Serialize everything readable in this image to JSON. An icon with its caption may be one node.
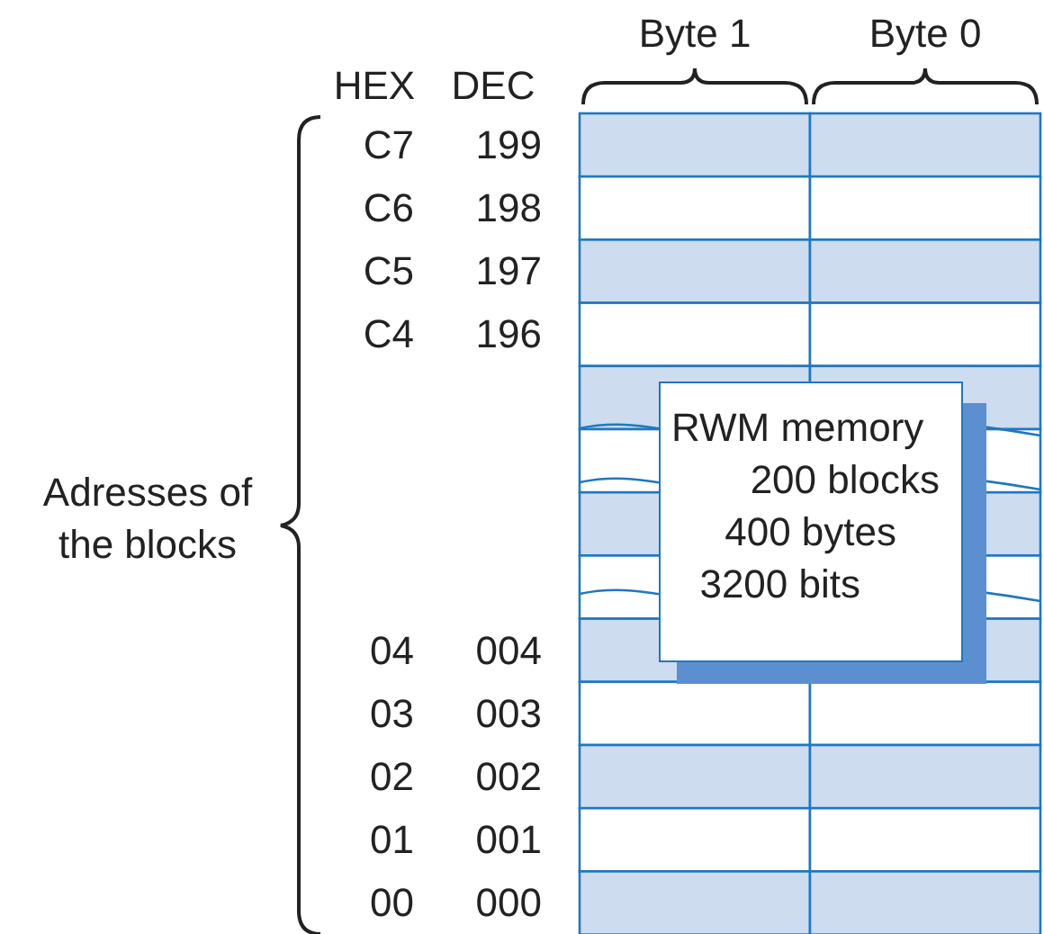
{
  "diagram": {
    "nodes": [
      {
        "text": [
          "RWM memory",
          "200 blocks",
          "400 bytes",
          "3200 bits"
        ]
      }
    ],
    "labels": [
      "Byte 1",
      "Byte 0",
      "HEX",
      "DEC",
      "C7",
      "199",
      "C6",
      "198",
      "C5",
      "197",
      "C4",
      "196",
      "04",
      "004",
      "03",
      "003",
      "02",
      "002",
      "01",
      "001",
      "00",
      "000",
      "Adresses of the blocks"
    ]
  }
}
